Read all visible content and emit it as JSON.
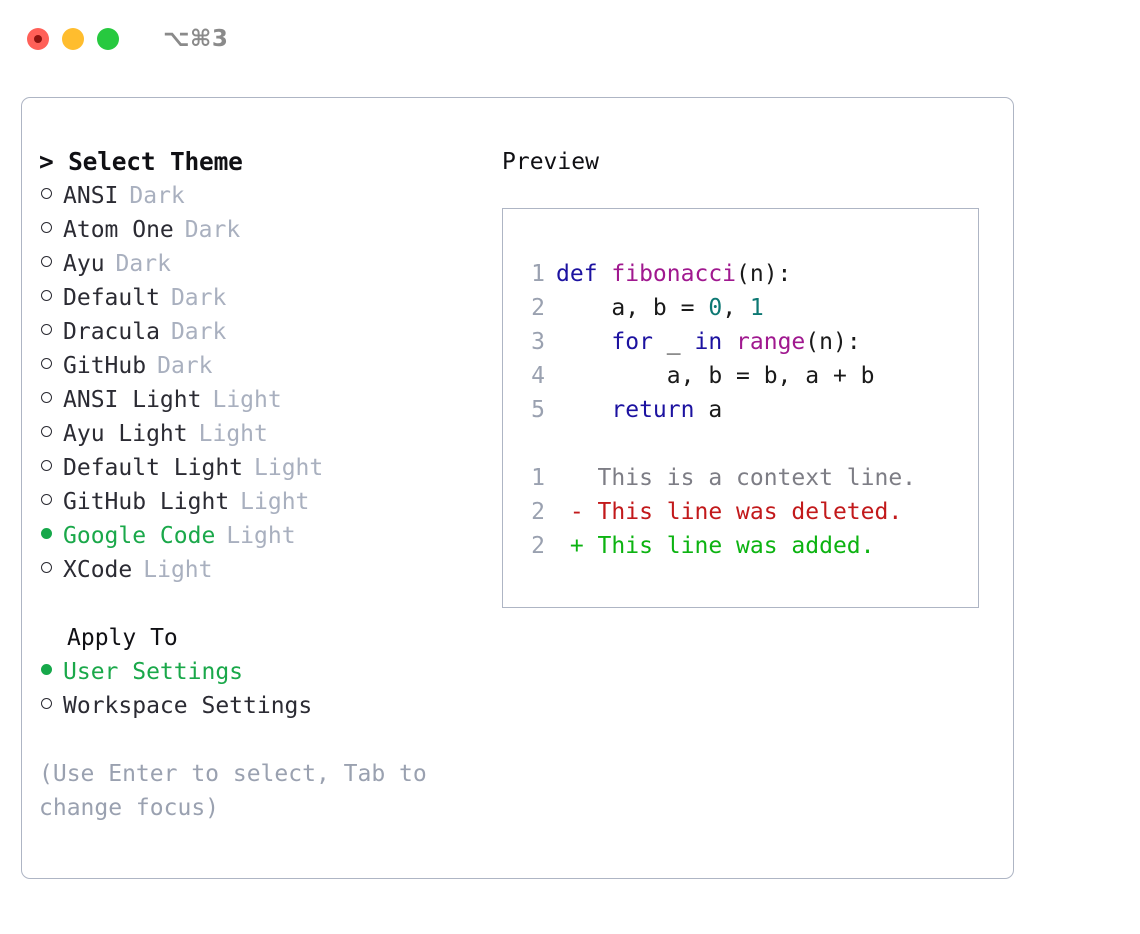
{
  "window": {
    "shortcut_label": "⌥⌘3",
    "traffic_lights": [
      {
        "name": "close",
        "color": "#ff6058"
      },
      {
        "name": "minimize",
        "color": "#ffbd2e"
      },
      {
        "name": "maximize",
        "color": "#27c93f"
      }
    ]
  },
  "theme_picker": {
    "title": "> Select Theme",
    "items": [
      {
        "name": "ANSI",
        "variant": "Dark",
        "selected": false
      },
      {
        "name": "Atom One",
        "variant": "Dark",
        "selected": false
      },
      {
        "name": "Ayu",
        "variant": "Dark",
        "selected": false
      },
      {
        "name": "Default",
        "variant": "Dark",
        "selected": false
      },
      {
        "name": "Dracula",
        "variant": "Dark",
        "selected": false
      },
      {
        "name": "GitHub",
        "variant": "Dark",
        "selected": false
      },
      {
        "name": "ANSI Light",
        "variant": "Light",
        "selected": false
      },
      {
        "name": "Ayu Light",
        "variant": "Light",
        "selected": false
      },
      {
        "name": "Default Light",
        "variant": "Light",
        "selected": false
      },
      {
        "name": "GitHub Light",
        "variant": "Light",
        "selected": false
      },
      {
        "name": "Google Code",
        "variant": "Light",
        "selected": true
      },
      {
        "name": "XCode",
        "variant": "Light",
        "selected": false
      }
    ]
  },
  "apply_to": {
    "label": "Apply To",
    "options": [
      {
        "name": "User Settings",
        "selected": true
      },
      {
        "name": "Workspace Settings",
        "selected": false
      }
    ]
  },
  "hint": "(Use Enter to select, Tab to change focus)",
  "preview": {
    "title": "Preview",
    "code_lines": [
      {
        "lineno": "1",
        "tokens": [
          {
            "text": "def ",
            "kind": "kw"
          },
          {
            "text": "fibonacci",
            "kind": "fn"
          },
          {
            "text": "(n):",
            "kind": "pl"
          }
        ]
      },
      {
        "lineno": "2",
        "tokens": [
          {
            "text": "    a, b = ",
            "kind": "pl"
          },
          {
            "text": "0",
            "kind": "num"
          },
          {
            "text": ", ",
            "kind": "pl"
          },
          {
            "text": "1",
            "kind": "num"
          }
        ]
      },
      {
        "lineno": "3",
        "tokens": [
          {
            "text": "    ",
            "kind": "pl"
          },
          {
            "text": "for",
            "kind": "kw"
          },
          {
            "text": " _ ",
            "kind": "pl"
          },
          {
            "text": "in",
            "kind": "kw"
          },
          {
            "text": " ",
            "kind": "pl"
          },
          {
            "text": "range",
            "kind": "fn"
          },
          {
            "text": "(n):",
            "kind": "pl"
          }
        ]
      },
      {
        "lineno": "4",
        "tokens": [
          {
            "text": "        a, b = b, a + b",
            "kind": "pl"
          }
        ]
      },
      {
        "lineno": "5",
        "tokens": [
          {
            "text": "    ",
            "kind": "pl"
          },
          {
            "text": "return",
            "kind": "kw"
          },
          {
            "text": " a",
            "kind": "pl"
          }
        ]
      }
    ],
    "diff_lines": [
      {
        "lineno": "1",
        "marker": "  ",
        "text": "This is a context line.",
        "kind": "ctx"
      },
      {
        "lineno": "2",
        "marker": "- ",
        "text": "This line was deleted.",
        "kind": "del"
      },
      {
        "lineno": "2",
        "marker": "+ ",
        "text": "This line was added.",
        "kind": "add"
      }
    ]
  },
  "colors": {
    "accent_green": "#1aa84a",
    "border": "#aeb5c4",
    "muted": "#a9b0bf",
    "hint": "#9aa1b0",
    "keyword": "#1c12a0",
    "function": "#a0188f",
    "number": "#0d7873",
    "diff_add": "#0cb311",
    "diff_del": "#c2191b",
    "diff_ctx": "#7d7d85"
  }
}
